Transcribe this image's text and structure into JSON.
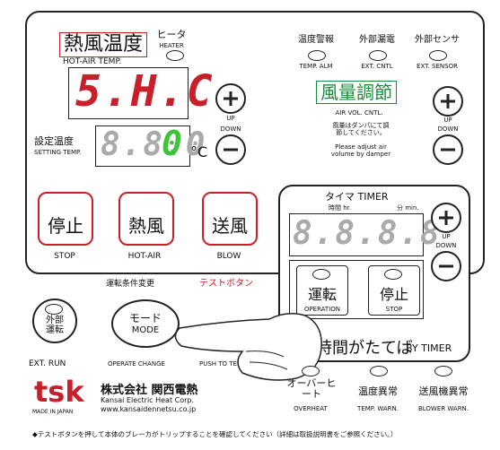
{
  "heater": {
    "title_jp": "熱風温度",
    "heater_jp": "ヒータ",
    "heater_en": "HEATER",
    "hotair_en": "HOT-AIR TEMP.",
    "display_value": "5.H.C",
    "setting_label_jp": "設定温度",
    "setting_label_en": "SETTING TEMP.",
    "setting_value": "8.8.0",
    "unit": "°C",
    "up": "UP",
    "down": "DOWN"
  },
  "alarms_top": [
    {
      "jp": "温度警報",
      "en": "TEMP. ALM"
    },
    {
      "jp": "外部漏電",
      "en": "EXT. CNTL"
    },
    {
      "jp": "外部センサ",
      "en": "EXT. SENSOR"
    }
  ],
  "airvol": {
    "title_jp": "風量調節",
    "title_en": "AIR VOL. CNTL.",
    "note_jp": "風量はダンパにて調節してください。",
    "note_en": "Please adjust air volume by damper",
    "up": "UP",
    "down": "DOWN"
  },
  "mode_buttons": [
    {
      "jp": "停止",
      "en": "STOP"
    },
    {
      "jp": "熱風",
      "en": "HOT-AIR"
    },
    {
      "jp": "送風",
      "en": "BLOW"
    }
  ],
  "timer": {
    "title": "タイマ TIMER",
    "unit_hr": "時間 hr.",
    "unit_min": "分 min.",
    "display": "8.8.8.8",
    "up": "UP",
    "down": "DOWN",
    "run_jp": "運転",
    "run_en": "OPERATION",
    "stop_jp": "停止",
    "stop_en": "STOP",
    "by_timer_jp": "時間がたてば",
    "by_timer_en": "BY TIMER"
  },
  "bottom_controls": {
    "ext_run_jp": "外部運転",
    "ext_run_en": "EXT. RUN",
    "change_jp": "運転条件変更",
    "change_en": "OPERATE CHANGE",
    "mode_jp": "モード",
    "mode_en": "MODE",
    "test_jp": "テストボタン",
    "test_en": "PUSH TO TEST"
  },
  "alarms_bottom": [
    {
      "jp": "オーバーヒート",
      "en": "OVERHEAT"
    },
    {
      "jp": "温度異常",
      "en": "TEMP. WARN."
    },
    {
      "jp": "送風機異常",
      "en": "BLOWER WARN."
    }
  ],
  "company": {
    "jp": "株式会社 関西電熱",
    "en": "Kansai Electric Heat Corp.",
    "url": "www.kansaidennetsu.co.jp",
    "made": "MADE IN JAPAN"
  },
  "footer_note": "◆テストボタンを押して本体のブレーカがトリップすることを確認してください（詳細は取扱説明書をご参照ください。）"
}
